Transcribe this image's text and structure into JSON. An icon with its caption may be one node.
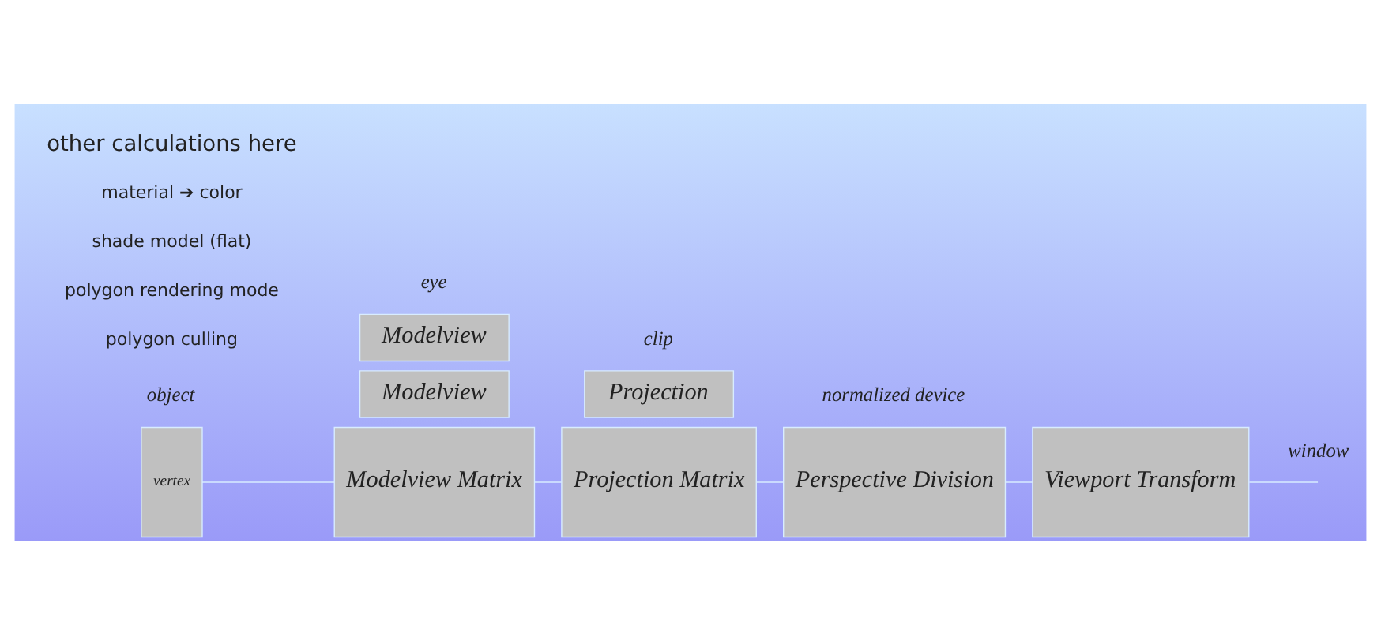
{
  "diagram": {
    "nodes": [
      {
        "text": [
          "vertex"
        ]
      },
      {
        "text": [
          "Modelview Matrix"
        ]
      },
      {
        "text": [
          "Projection Matrix"
        ]
      },
      {
        "text": [
          "Perspective Division"
        ]
      },
      {
        "text": [
          "Viewport Transform"
        ]
      },
      {
        "text": [
          "Modelview"
        ]
      },
      {
        "text": [
          "Projection"
        ]
      },
      {
        "text": [
          "Modelview"
        ]
      }
    ],
    "edges": [
      {
        "from": 0,
        "to": 1,
        "arrow": "none"
      },
      {
        "from": 1,
        "to": 2,
        "arrow": "none"
      },
      {
        "from": 2,
        "to": 3,
        "arrow": "none"
      },
      {
        "from": 3,
        "to": 4,
        "arrow": "none"
      },
      {
        "from": 4,
        "to": null,
        "arrow": "none"
      }
    ],
    "labels": [
      "object",
      "eye",
      "clip",
      "normalized device",
      "window",
      "other calculations here",
      "material ➔ color",
      "shade model (flat)",
      "polygon rendering mode",
      "polygon culling"
    ]
  }
}
